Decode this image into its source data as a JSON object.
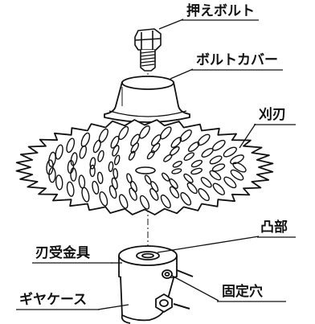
{
  "labels": {
    "press_bolt": "押えボルト",
    "bolt_cover": "ボルトカバー",
    "blade": "刈刃",
    "boss": "凸部",
    "blade_holder": "刃受金具",
    "fixing_hole": "固定穴",
    "gear_case": "ギヤケース"
  },
  "icons": [
    "bolt-icon",
    "bolt-cover-icon",
    "blade-icon",
    "blade-holder-icon",
    "gear-case-icon"
  ],
  "colors": {
    "ink": "#111111",
    "background": "#ffffff"
  }
}
